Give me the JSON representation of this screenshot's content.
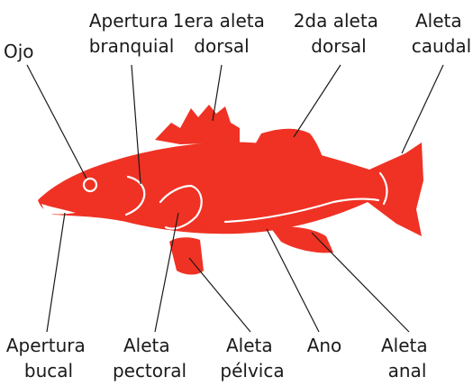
{
  "fish_color": "#ef3224",
  "label_color": "#1a1a1a",
  "labels": {
    "ojo": [
      "Ojo"
    ],
    "apertura_branquial": [
      "Apertura",
      "branquial"
    ],
    "primera_aleta_dorsal": [
      "1era aleta",
      "dorsal"
    ],
    "segunda_aleta_dorsal": [
      "2da aleta",
      "dorsal"
    ],
    "aleta_caudal": [
      "Aleta",
      "caudal"
    ],
    "apertura_bucal": [
      "Apertura",
      "bucal"
    ],
    "aleta_pectoral": [
      "Aleta",
      "pectoral"
    ],
    "aleta_pelvica": [
      "Aleta",
      "pélvica"
    ],
    "ano": [
      "Ano"
    ],
    "aleta_anal": [
      "Aleta",
      "anal"
    ]
  }
}
